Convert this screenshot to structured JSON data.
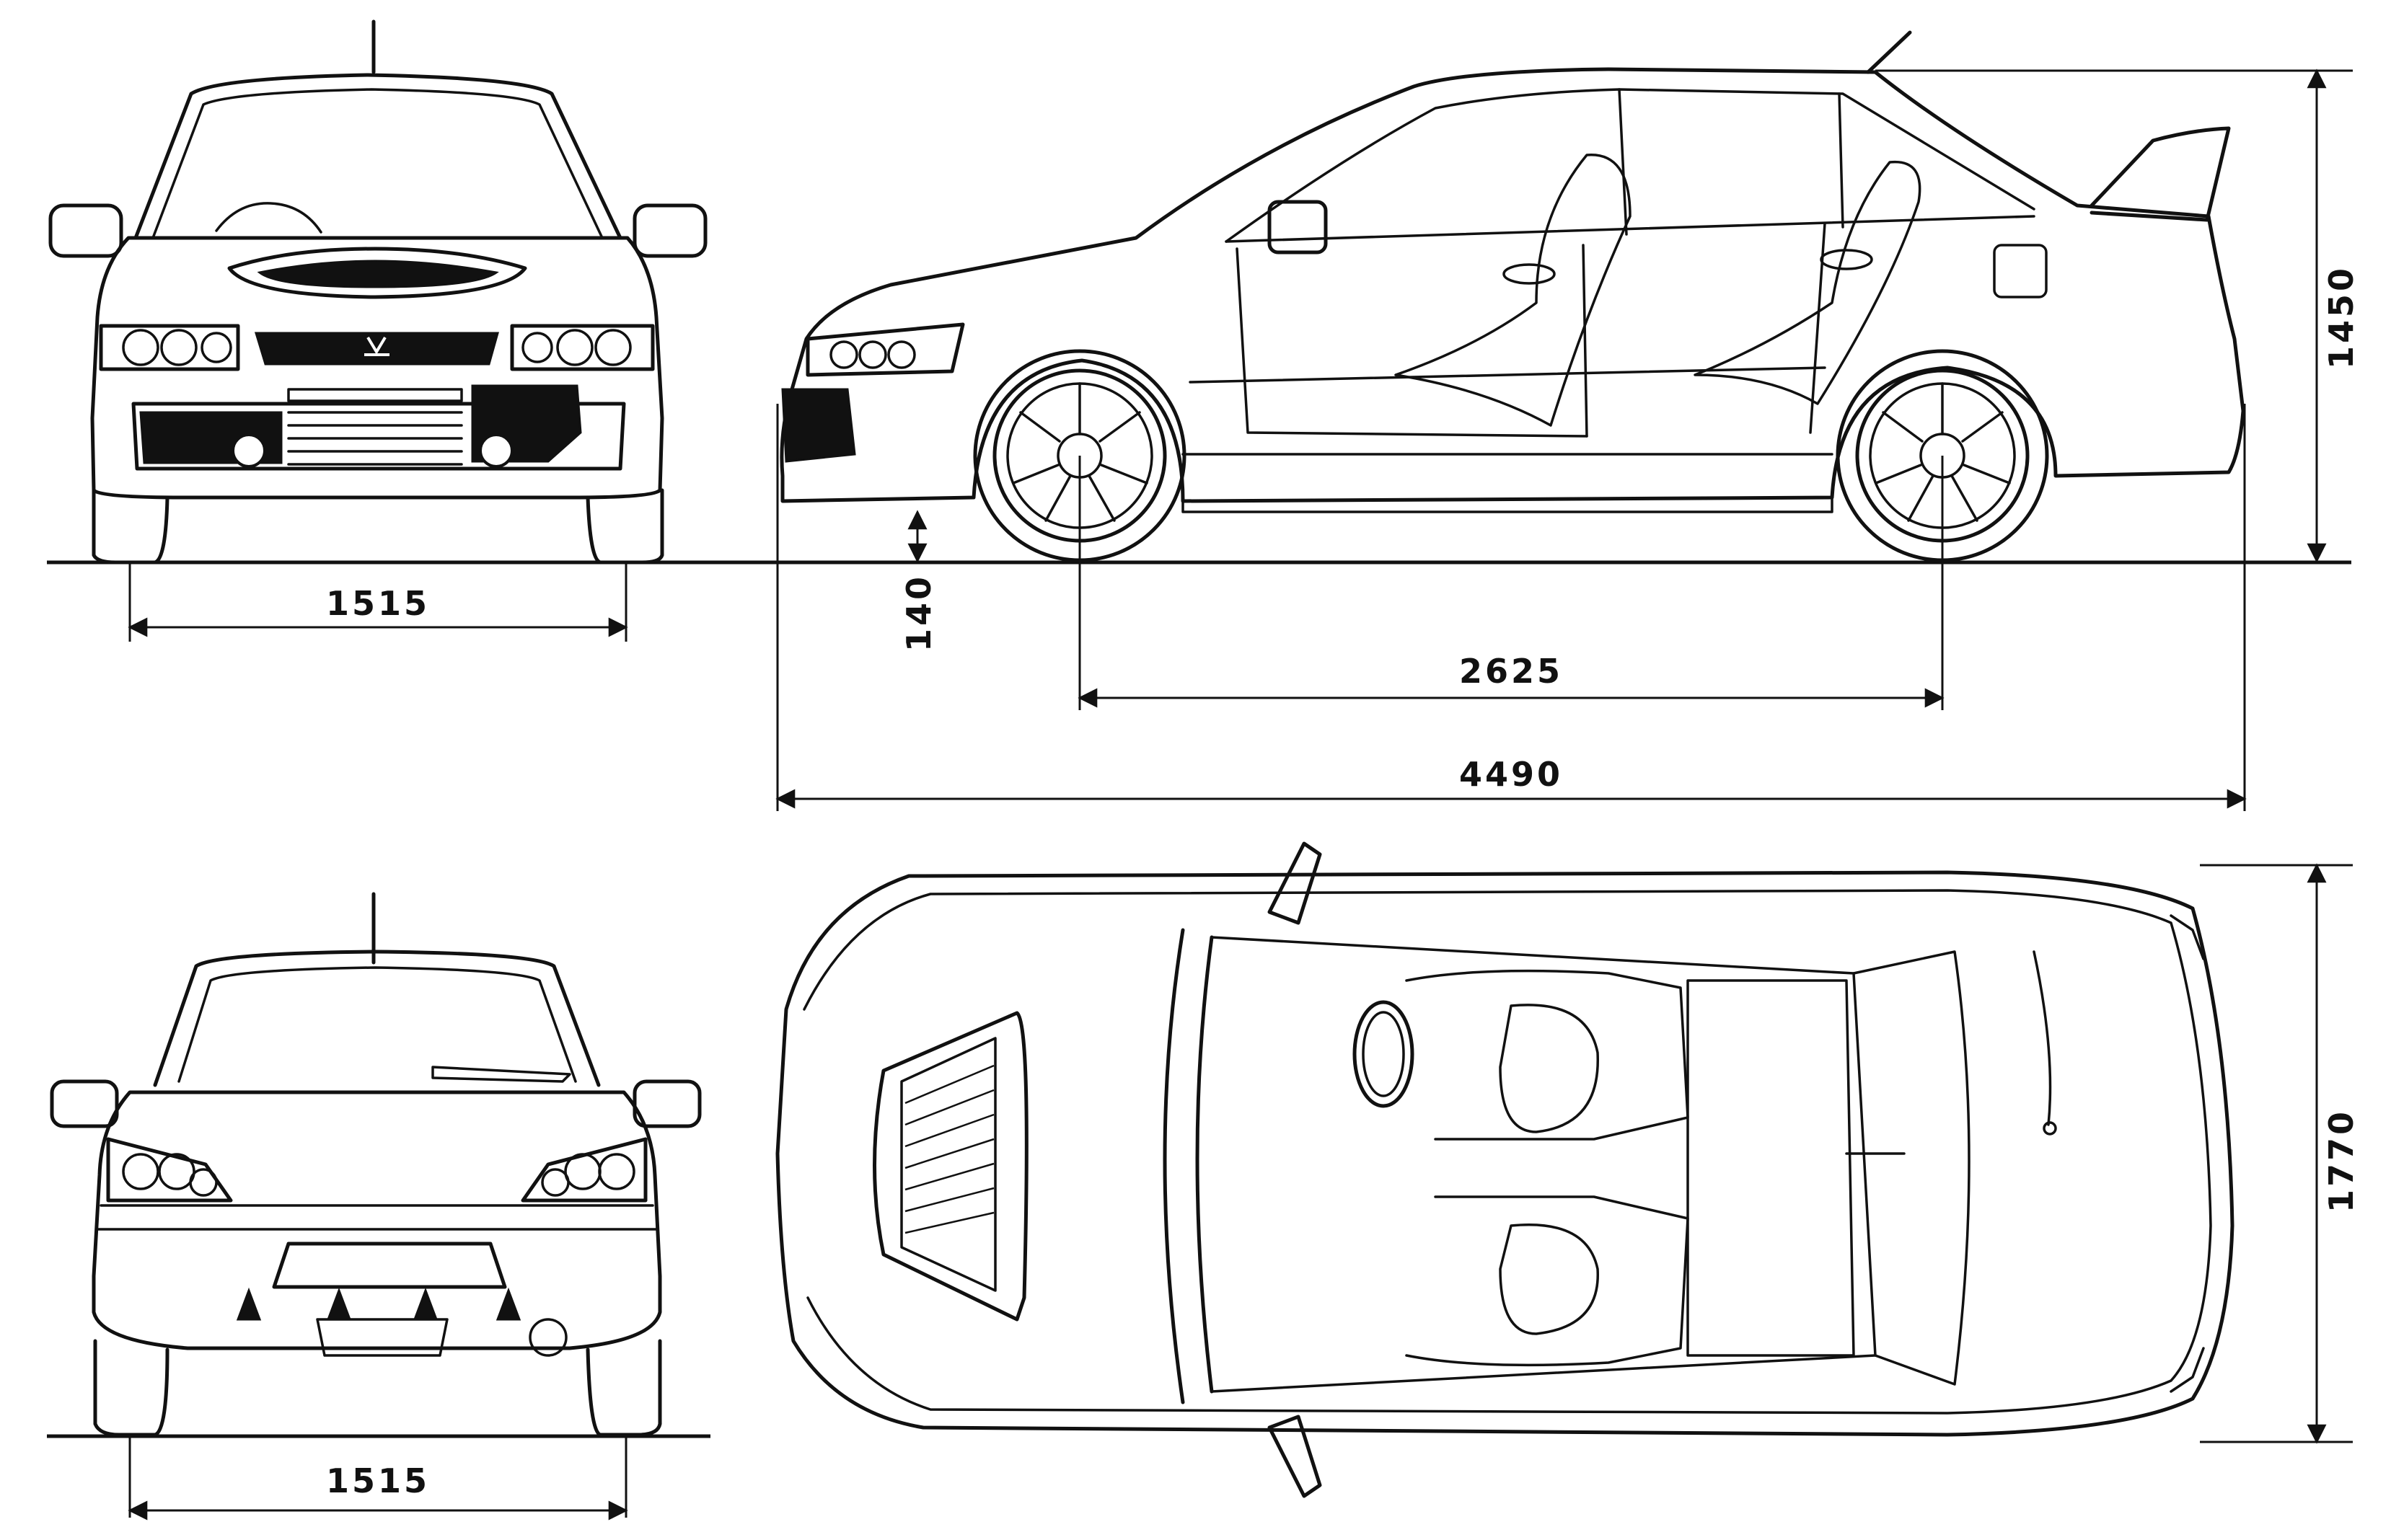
{
  "dimensions": {
    "front_track": "1515",
    "rear_track": "1515",
    "ground_clearance": "140",
    "wheelbase": "2625",
    "overall_length": "4490",
    "overall_height": "1450",
    "overall_width": "1770"
  },
  "views": [
    "front-view",
    "side-view",
    "rear-view",
    "top-view"
  ],
  "colors": {
    "line": "#111111",
    "background": "#ffffff"
  }
}
